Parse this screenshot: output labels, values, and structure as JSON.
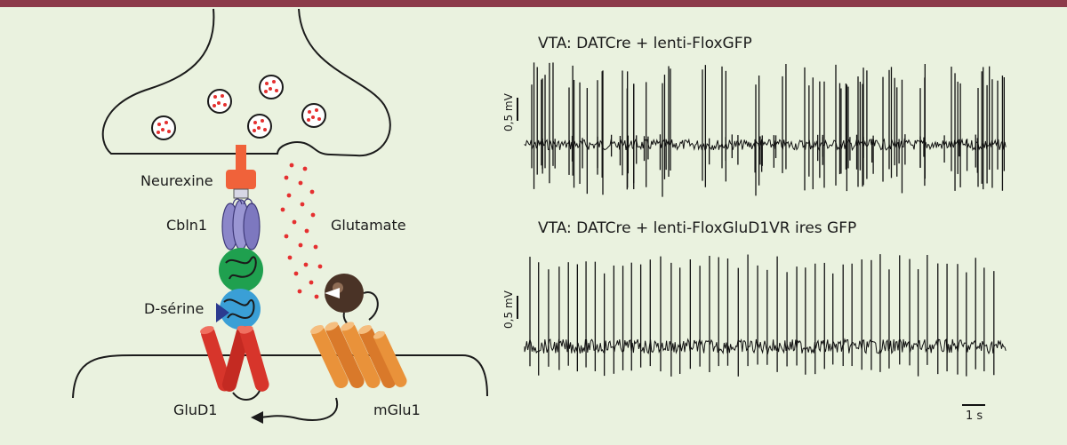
{
  "colors": {
    "background": "#eaf2df",
    "top_bar": "#8c3b4a",
    "neurexine": "#f0623a",
    "cbln1": "#8b86c9",
    "green_domain": "#1fa04f",
    "blue_domain": "#3a9fd6",
    "d_serine": "#2b3a8f",
    "glud1": "#d7352b",
    "mglu1": "#e9923a",
    "glutamate": "#e53030",
    "trace": "#111111"
  },
  "diagram": {
    "labels": {
      "neurexine": "Neurexine",
      "cbln1": "Cbln1",
      "glutamate": "Glutamate",
      "d_serine": "D-sérine",
      "glud1": "GluD1",
      "mglu1": "mGlu1"
    }
  },
  "traces": {
    "top": {
      "title": "VTA: DATCre + lenti-FloxGFP",
      "scale_label": "0,5 mV",
      "pattern": "irregular-bursting"
    },
    "bottom": {
      "title": "VTA: DATCre + lenti-FloxGluD1VR ires GFP",
      "scale_label": "0,5 mV",
      "pattern": "regular"
    },
    "time_scale_label": "1 s"
  }
}
